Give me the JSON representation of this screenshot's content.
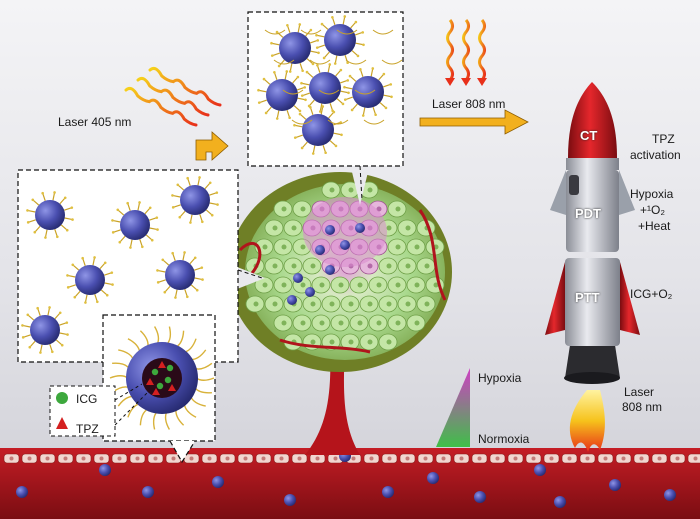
{
  "labels": {
    "laser405": "Laser 405 nm",
    "laser808_top": "Laser 808 nm",
    "laser808_bottom_1": "Laser",
    "laser808_bottom_2": "808 nm",
    "icg": "ICG",
    "tpz": "TPZ",
    "hypoxia": "Hypoxia",
    "normoxia": "Normoxia"
  },
  "rocket": {
    "ct": "CT",
    "pdt": "PDT",
    "ptt": "PTT",
    "ct_desc_1": "TPZ",
    "ct_desc_2": "activation",
    "pdt_desc_1": "Hypoxia",
    "pdt_desc_2": "+¹O₂",
    "pdt_desc_3": "+Heat",
    "ptt_desc": "ICG+O₂"
  },
  "colors": {
    "nanoparticle": "#4a4fb0",
    "vessel": "#b0141c",
    "tumor_outer": "#7c8a2c",
    "tumor_inner": "#a8d68a",
    "hypoxic_core": "#d58bc7",
    "rocket_red": "#c8151b",
    "laser_red": "#e8301a",
    "laser_yellow": "#f6d21b",
    "arrow_gold": "#f2b01e"
  }
}
